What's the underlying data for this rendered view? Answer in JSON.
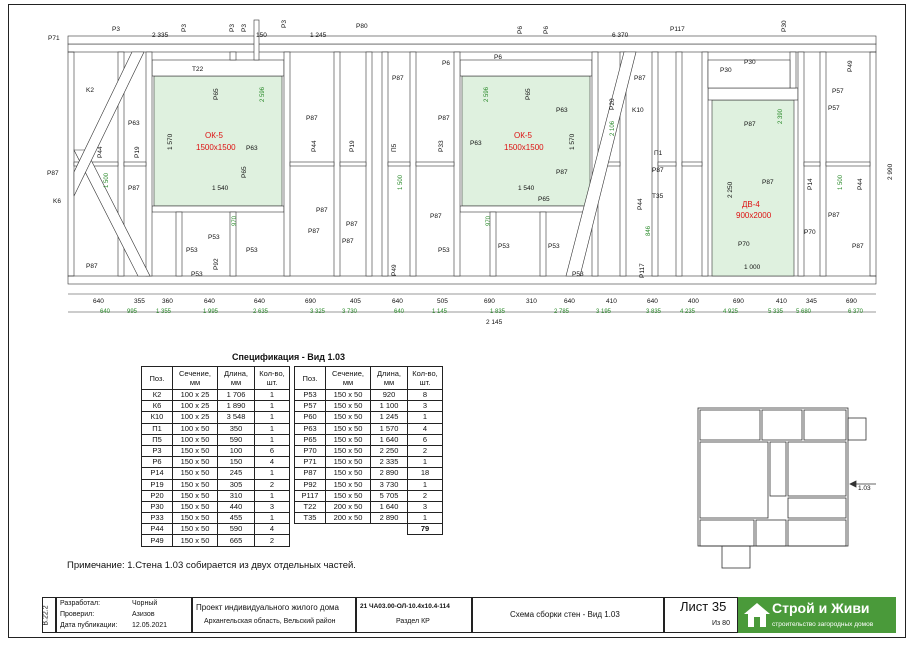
{
  "labels": {
    "top": [
      "P71",
      "P3",
      "2 335",
      "P3",
      "P3",
      "P3",
      "150",
      "P3",
      "1 245",
      "P80",
      "P6",
      "P6",
      "6 370",
      "P117",
      "P30",
      "P49"
    ],
    "left_side": [
      "K2",
      "P63",
      "P44",
      "P19",
      "P87",
      "K6",
      "P87"
    ],
    "window1": {
      "name": "ОК-5",
      "size": "1500х1500",
      "t22": "T22",
      "p65a": "P65",
      "p65b": "P65",
      "p63": "P63",
      "w1570": "1 570",
      "w1540": "1 540",
      "g2596": "2 596",
      "g970": "970"
    },
    "window2": {
      "name": "ОК-5",
      "size": "1500х1500",
      "p6": "P6",
      "p65a": "P65",
      "p65b": "P65",
      "p63": "P63",
      "w1570": "1 570",
      "w1540": "1 540",
      "g2596": "2 596",
      "g970": "970",
      "p87": "P87",
      "p53": "P53"
    },
    "door": {
      "name": "ДВ-4",
      "size": "900х2000",
      "p30": "P30",
      "p57a": "P57",
      "p57b": "P57",
      "p87": "P87",
      "w2250": "2 250",
      "w1000": "1 000",
      "p70a": "P70",
      "p70b": "P70",
      "g2390": "2 390"
    },
    "mid": [
      "P87",
      "P44",
      "P19",
      "П5",
      "P33",
      "P87",
      "P87",
      "P87",
      "P87",
      "P53",
      "P92",
      "P53",
      "P53",
      "P53",
      "P49",
      "P87",
      "P53"
    ],
    "right": [
      "P20",
      "K10",
      "P87",
      "П1",
      "P87",
      "T35",
      "P44",
      "P117",
      "P14",
      "P44",
      "P87",
      "P87",
      "2 106",
      "846"
    ],
    "right_h": "2 990",
    "bottom_dims": [
      "640",
      "355",
      "360",
      "640",
      "640",
      "690",
      "405",
      "640",
      "505",
      "690",
      "310",
      "640",
      "410",
      "640",
      "400",
      "690",
      "410",
      "345",
      "690"
    ],
    "cum_dims": [
      "640",
      "995",
      "1 355",
      "1 995",
      "2 635",
      "3 325",
      "3 730",
      "640",
      "1 145",
      "1 835",
      "2 145",
      "2 785",
      "3 195",
      "3 835",
      "4 235",
      "4 925",
      "5 335",
      "5 680",
      "6 370"
    ]
  },
  "spec": {
    "title": "Спецификация - Вид 1.03",
    "headers": [
      "Поз.",
      "Сечение, мм",
      "Длина, мм",
      "Кол-во, шт."
    ],
    "left_rows": [
      [
        "К2",
        "100 х 25",
        "1 706",
        "1"
      ],
      [
        "К6",
        "100 х 25",
        "1 890",
        "1"
      ],
      [
        "К10",
        "100 х 25",
        "3 548",
        "1"
      ],
      [
        "П1",
        "100 х 50",
        "350",
        "1"
      ],
      [
        "П5",
        "100 х 50",
        "590",
        "1"
      ],
      [
        "Р3",
        "150 х 50",
        "100",
        "6"
      ],
      [
        "Р6",
        "150 х 50",
        "150",
        "4"
      ],
      [
        "Р14",
        "150 х 50",
        "245",
        "1"
      ],
      [
        "Р19",
        "150 х 50",
        "305",
        "2"
      ],
      [
        "Р20",
        "150 х 50",
        "310",
        "1"
      ],
      [
        "Р30",
        "150 х 50",
        "440",
        "3"
      ],
      [
        "Р33",
        "150 х 50",
        "455",
        "1"
      ],
      [
        "Р44",
        "150 х 50",
        "590",
        "4"
      ],
      [
        "Р49",
        "150 х 50",
        "665",
        "2"
      ]
    ],
    "right_rows": [
      [
        "Р53",
        "150 х 50",
        "920",
        "8"
      ],
      [
        "Р57",
        "150 х 50",
        "1 100",
        "3"
      ],
      [
        "Р60",
        "150 х 50",
        "1 245",
        "1"
      ],
      [
        "Р63",
        "150 х 50",
        "1 570",
        "4"
      ],
      [
        "Р65",
        "150 х 50",
        "1 640",
        "6"
      ],
      [
        "Р70",
        "150 х 50",
        "2 250",
        "2"
      ],
      [
        "Р71",
        "150 х 50",
        "2 335",
        "1"
      ],
      [
        "Р87",
        "150 х 50",
        "2 890",
        "18"
      ],
      [
        "Р92",
        "150 х 50",
        "3 730",
        "1"
      ],
      [
        "Р117",
        "150 х 50",
        "5 705",
        "2"
      ],
      [
        "Т22",
        "200 х 50",
        "1 640",
        "3"
      ],
      [
        "Т35",
        "200 х 50",
        "2 890",
        "1"
      ]
    ],
    "total": "79"
  },
  "key_plan_label": "1.03",
  "note": "Примечание:  1.Стена 1.03 собирается из двух отдельных частей.",
  "titleblock": {
    "code_rot": "В.22.2",
    "role1": "Разработал:",
    "name1": "Чорный",
    "role2": "Проверил:",
    "name2": "Азизов",
    "role3": "Дата публикации:",
    "name3": "12.05.2021",
    "project": "Проект индивидуального жилого дома",
    "location": "Архангельская область, Вельский район",
    "doc_code": "21 ЧА03.00-ОЛ-10.4х10.4-114",
    "section": "Раздел КР",
    "sheet_title": "Схема сборки стен - Вид 1.03",
    "sheet_label": "Лист 35",
    "sheet_of": "Из 80",
    "brand": "Строй и Живи",
    "brand_sub": "строительство загородных домов"
  }
}
